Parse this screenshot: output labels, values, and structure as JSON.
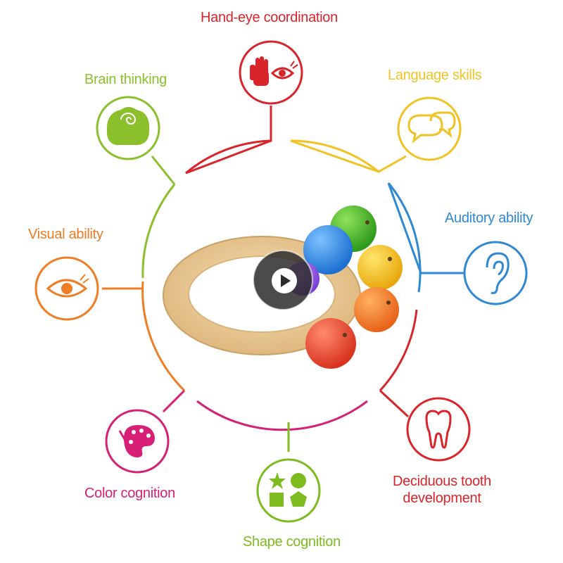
{
  "labels": {
    "hand_eye": "Hand-eye coordination",
    "brain": "Brain thinking",
    "language": "Language skills",
    "auditory": "Auditory ability",
    "visual": "Visual ability",
    "color": "Color cognition",
    "shape": "Shape cognition",
    "tooth_line1": "Deciduous tooth",
    "tooth_line2": "development"
  },
  "colors": {
    "red": "#d9242b",
    "green": "#8bbf2b",
    "yellow": "#f0c224",
    "blue": "#2f88d3",
    "orange": "#ee7d24",
    "magenta": "#d81f76",
    "lime": "#7cbc1f"
  },
  "icons": [
    "hand-eye-icon",
    "brain-icon",
    "speech-bubbles-icon",
    "ear-icon",
    "eye-icon",
    "tooth-icon",
    "shapes-icon",
    "palette-icon",
    "play-icon"
  ]
}
